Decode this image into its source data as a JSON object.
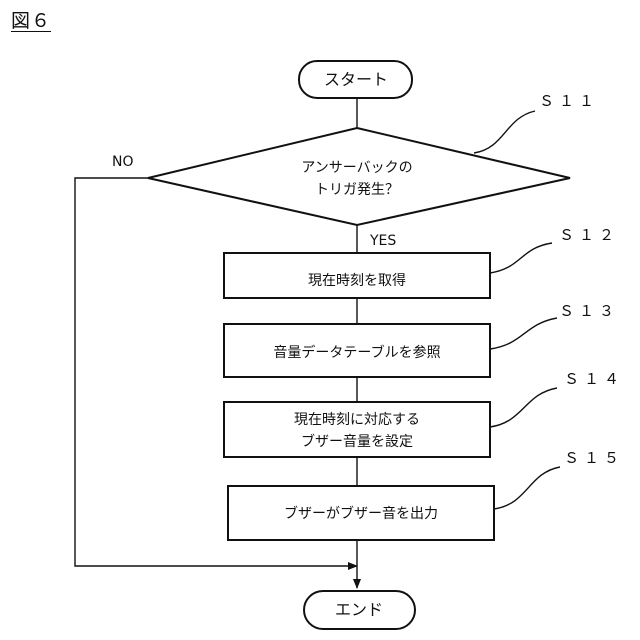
{
  "figure_label": "図６",
  "nodes": {
    "start": "スタート",
    "decision": [
      "アンサーバックの",
      "トリガ発生？"
    ],
    "s12": "現在時刻を取得",
    "s13": "音量データテーブルを参照",
    "s14": [
      "現在時刻に対応する",
      "ブザー音量を設定"
    ],
    "s15": "ブザーがブザー音を出力",
    "end": "エンド"
  },
  "step_labels": {
    "s11": "Ｓ１１",
    "s12": "Ｓ１２",
    "s13": "Ｓ１３",
    "s14": "Ｓ１４",
    "s15": "Ｓ１５"
  },
  "branch_labels": {
    "yes": "YES",
    "no": "NO"
  }
}
